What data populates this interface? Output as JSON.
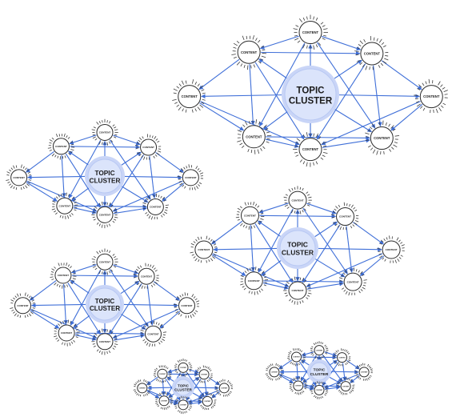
{
  "hub": {
    "line1": "TOPIC",
    "line2": "CLUSTER"
  },
  "node_label": "CONTENT",
  "colors": {
    "edge": "#3f6fd8",
    "hub_halo": "#c9d5f7",
    "hub_core": "#dbe4fb"
  },
  "diagrams": [
    {
      "name": "cluster-large"
    },
    {
      "name": "cluster-medium-left"
    },
    {
      "name": "cluster-medium-right"
    },
    {
      "name": "cluster-medium-lower"
    },
    {
      "name": "cluster-small-left"
    },
    {
      "name": "cluster-small-right"
    }
  ]
}
